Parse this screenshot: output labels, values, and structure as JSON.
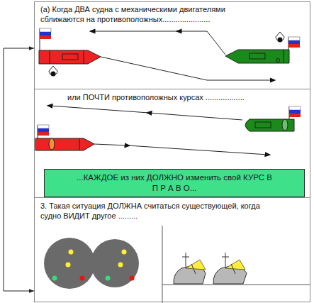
{
  "diagram": {
    "nodes": [
      {
        "text": [
          "(a) Когда ДВА судна с механическими двигателями сближаются на противоположных......................"
        ]
      },
      {
        "text": [
          "или ПОЧТИ противоположных курсах .................."
        ]
      },
      {
        "text": [
          "...КАЖДОЕ из них ДОЛЖНО изменить свой КУРС В П Р А В О..."
        ],
        "in": 1
      },
      {
        "text": [
          "3. Такая ситуация ДОЛЖНА считаться существующей, когда судно ВИДИТ другое ........."
        ]
      }
    ],
    "edges": [
      {
        "from": 0,
        "to": 3,
        "arrow": "both"
      }
    ]
  }
}
